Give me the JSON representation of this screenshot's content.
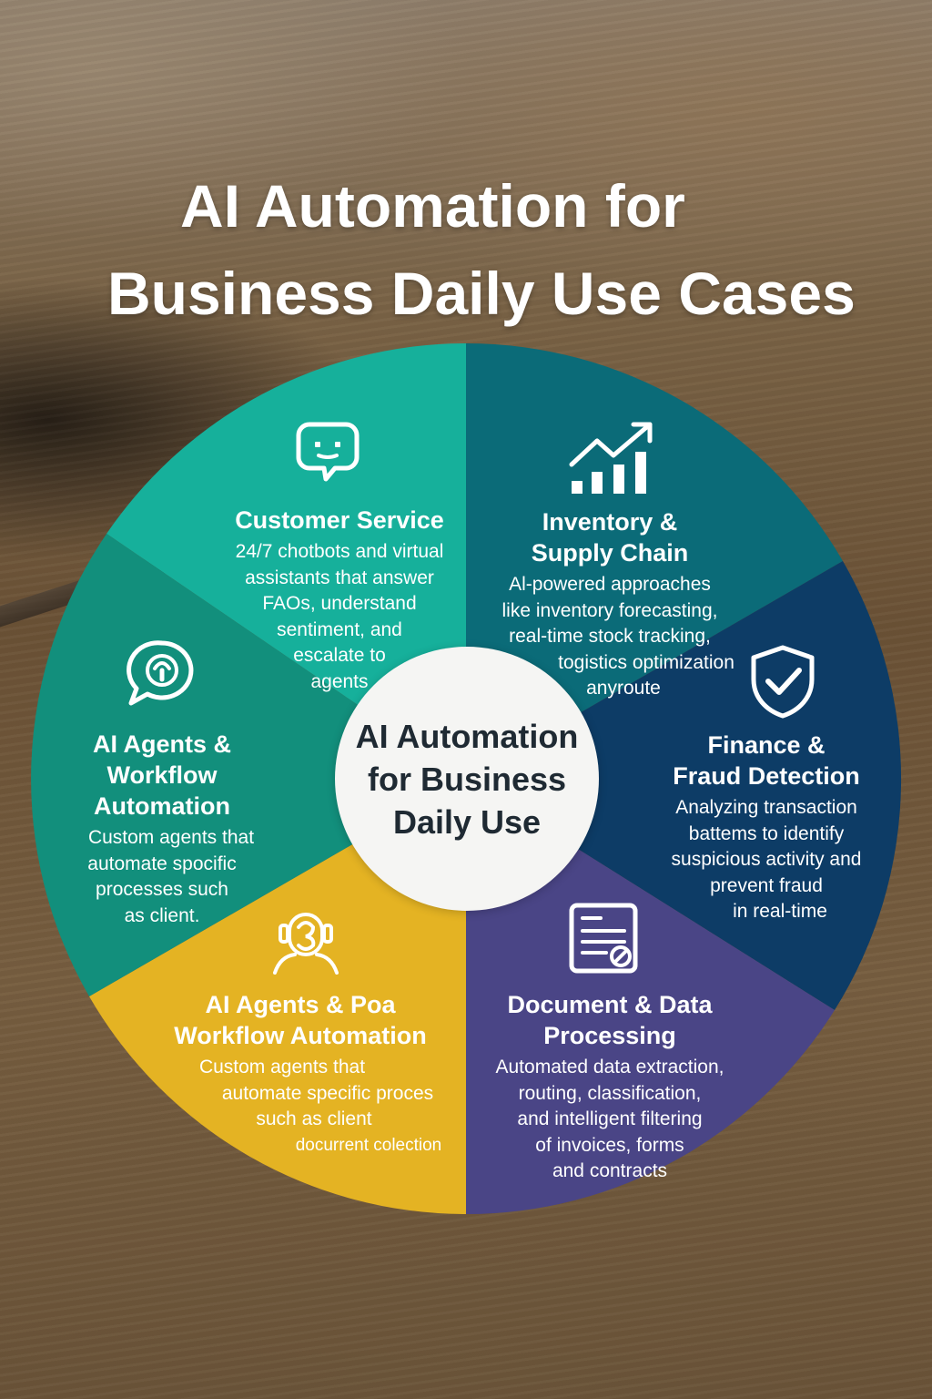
{
  "title": {
    "line1": "AI Automation for",
    "line2": "Business Daily Use Cases"
  },
  "center_label": "AI Automation for Business Daily Use",
  "colors": {
    "customer_service": "#16b09b",
    "inventory": "#0b6b78",
    "finance": "#0d3c66",
    "document": "#4a4586",
    "agents_poa": "#e4b323",
    "agents_workflow": "#128f7c",
    "center": "#f5f5f3"
  },
  "segments": [
    {
      "id": "customer_service",
      "icon": "chat-bubble-icon",
      "heading": "Customer Service",
      "description": [
        "24/7 chotbots and virtual",
        "assistants that answer",
        "FAOs, understand",
        "sentiment, and",
        "escalate to",
        "agents"
      ]
    },
    {
      "id": "inventory",
      "icon": "growth-chart-icon",
      "heading": [
        "Inventory &",
        "Supply Chain"
      ],
      "description": [
        "Al-powered approaches",
        "like inventory forecasting,",
        "real-time stock tracking,",
        "togistics optimization",
        "anyroute"
      ]
    },
    {
      "id": "finance",
      "icon": "shield-check-icon",
      "heading": [
        "Finance &",
        "Fraud Detection"
      ],
      "description": [
        "Analyzing transaction",
        "battems to identify",
        "suspicious activity and",
        "prevent fraud",
        "in real-time"
      ]
    },
    {
      "id": "document",
      "icon": "document-icon",
      "heading": [
        "Document & Data",
        "Processing"
      ],
      "description": [
        "Automated data extraction,",
        "routing, classification,",
        "and intelligent filtering",
        "of invoices, forms",
        "and contracts"
      ]
    },
    {
      "id": "agents_poa",
      "icon": "robot-agent-icon",
      "heading": [
        "AI Agents & Poa",
        "Workflow Automation"
      ],
      "description": [
        "Custom agents that",
        "automate specific proces",
        "such as client",
        "docurrent colection"
      ]
    },
    {
      "id": "agents_workflow",
      "icon": "ai-chat-icon",
      "heading": [
        "AI Agents &",
        "Workflow",
        "Automation"
      ],
      "description": [
        "Custom agents that",
        "automate spocific",
        "processes such",
        "as client."
      ]
    }
  ]
}
